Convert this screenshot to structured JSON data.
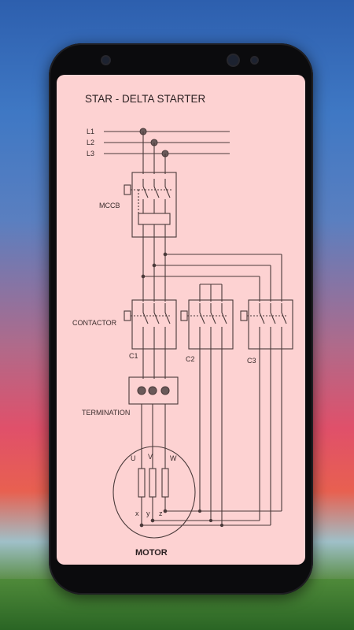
{
  "diagram": {
    "title": "STAR - DELTA STARTER",
    "lines": [
      "L1",
      "L2",
      "L3"
    ],
    "mccb_label": "MCCB",
    "contactor_label": "CONTACTOR",
    "contactors": [
      "C1",
      "C2",
      "C3"
    ],
    "termination_label": "TERMINATION",
    "motor_label": "MOTOR",
    "motor_terminals_top": [
      "U",
      "V",
      "W"
    ],
    "motor_terminals_bottom": [
      "x",
      "y",
      "z"
    ]
  },
  "colors": {
    "screen_background": "#fdd2d2",
    "wiring": "#4a3a3a",
    "phone_body": "#0b0b0d"
  }
}
